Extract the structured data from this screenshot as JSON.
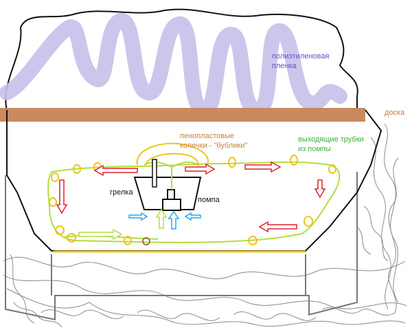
{
  "labels": {
    "film_line1": "полиэтиленовая",
    "film_line2": "пленка",
    "board": "доска",
    "rings_line1": "пенопластовые",
    "rings_line2": "колечки - \"бублики\"",
    "tubes_line1": "выходящие трубки",
    "tubes_line2": "из помпы",
    "heater": "грелка",
    "pump": "помпа"
  },
  "colors": {
    "film": "#c7c0ea",
    "board": "#c98a5e",
    "tube": "#b4dd3c",
    "ring": "#f0c419",
    "arrow_red": "#e0202a",
    "arrow_blue": "#2aa6e8",
    "arrow_green": "#c6e07a",
    "label_film": "#5c55c8",
    "label_board": "#c87a45",
    "label_rings": "#c9803c",
    "label_tubes": "#3bb03b",
    "outline": "#111111"
  }
}
